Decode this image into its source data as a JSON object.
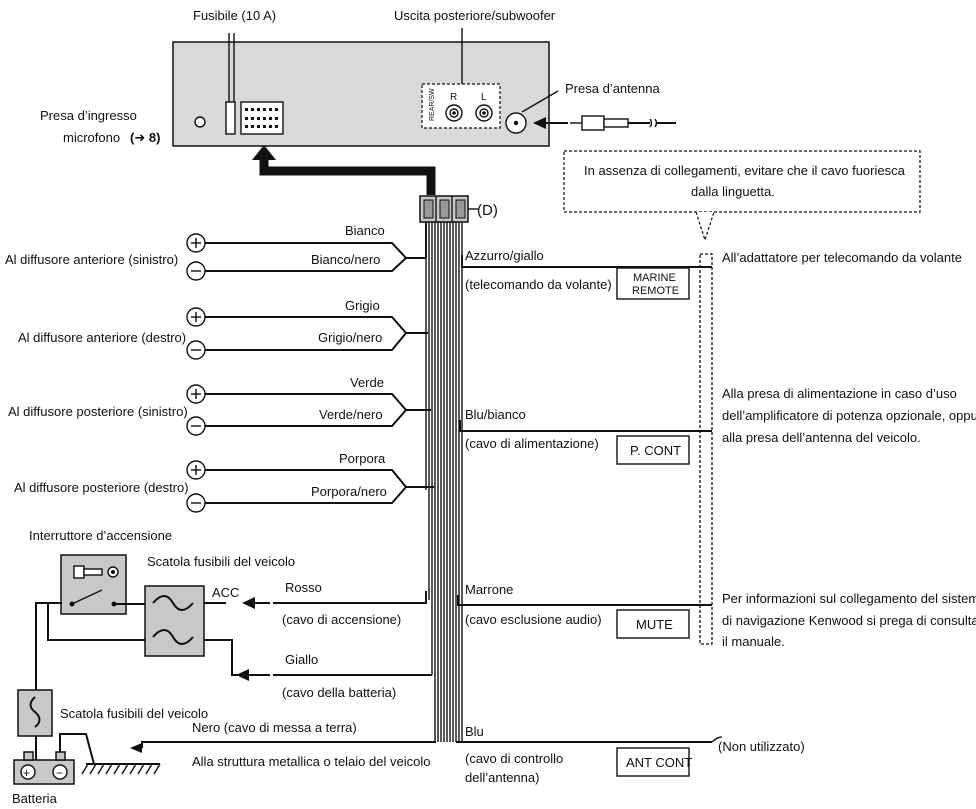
{
  "head_unit": {
    "fuse_label": "Fusibile (10 A)",
    "rear_sub_label": "Uscita posteriore/subwoofer",
    "rear_sw_text": "REAR/SW",
    "r_label": "R",
    "l_label": "L",
    "antenna_jack_label": "Presa d’antenna",
    "mic_label_line1": "Presa d’ingresso",
    "mic_label_line2": "microfono",
    "mic_ref": "(➜ 8)"
  },
  "connector_label": "(D)",
  "note_box": {
    "line1": "In assenza di collegamenti, evitare che il cavo fuoriesca",
    "line2": "dalla linguetta."
  },
  "speakers": [
    {
      "destination": "Al diffusore anteriore (sinistro)",
      "plus_wire": "Bianco",
      "minus_wire": "Bianco/nero"
    },
    {
      "destination": "Al diffusore anteriore (destro)",
      "plus_wire": "Grigio",
      "minus_wire": "Grigio/nero"
    },
    {
      "destination": "Al diffusore posteriore (sinistro)",
      "plus_wire": "Verde",
      "minus_wire": "Verde/nero"
    },
    {
      "destination": "Al diffusore posteriore (destro)",
      "plus_wire": "Porpora",
      "minus_wire": "Porpora/nero"
    }
  ],
  "plus_symbol": "+",
  "minus_symbol": "−",
  "right_wires": [
    {
      "color": "Azzurro/giallo",
      "desc": "(telecomando da volante)",
      "box_line1": "MARINE",
      "box_line2": "REMOTE",
      "note": [
        "All’adattatore per telecomando da volante"
      ]
    },
    {
      "color": "Blu/bianco",
      "desc": "(cavo di alimentazione)",
      "box_line1": "P. CONT",
      "note": [
        "Alla presa di alimentazione in caso d’uso",
        "dell’amplificatore di potenza opzionale, oppure",
        "alla presa dell’antenna del veicolo."
      ]
    },
    {
      "color": "Marrone",
      "desc": "(cavo esclusione audio)",
      "box_line1": "MUTE",
      "note": [
        "Per informazioni sul collegamento del sistema",
        "di navigazione Kenwood si prega di consultarne",
        "il manuale."
      ]
    },
    {
      "color": "Blu",
      "desc_line1": "(cavo di controllo",
      "desc_line2": "dell’antenna)",
      "box_line1": "ANT CONT",
      "note": [
        "(Non utilizzato)"
      ]
    }
  ],
  "power": {
    "ignition_switch": "Interruttore d’accensione",
    "fuse_box_vehicle": "Scatola fusibili del veicolo",
    "acc_label": "ACC",
    "red_wire": "Rosso",
    "red_desc": "(cavo di accensione)",
    "yellow_wire": "Giallo",
    "yellow_desc": "(cavo della batteria)",
    "fuse_box_vehicle_2": "Scatola fusibili del veicolo",
    "battery": "Batteria",
    "ground_wire": "Nero (cavo di messa a terra)",
    "ground_desc": "Alla struttura metallica o telaio del veicolo"
  }
}
